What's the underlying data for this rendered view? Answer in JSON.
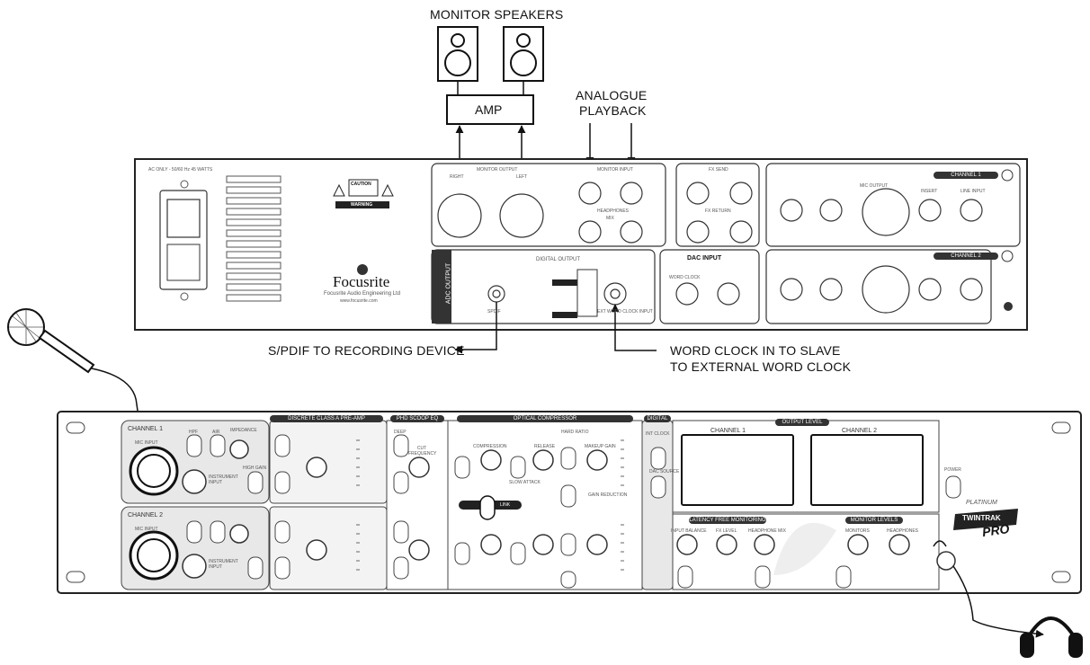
{
  "labels": {
    "monitor_speakers": "MONITOR SPEAKERS",
    "amp": "AMP",
    "analogue_playback_1": "ANALOGUE",
    "analogue_playback_2": "PLAYBACK",
    "spdif": "S/PDIF TO RECORDING DEVICE",
    "word_clock_1": "WORD CLOCK IN TO SLAVE",
    "word_clock_2": "TO EXTERNAL WORD CLOCK"
  },
  "rear_panel": {
    "ac_text": "AC ONLY - 50/60 Hz 45 WATTS",
    "caution": "CAUTION",
    "warning": "WARNING",
    "brand": "Focusrite",
    "company": "Focusrite Audio Engineering Ltd",
    "website": "www.focusrite.com",
    "adc_output": "ADC OUTPUT",
    "digital_output": "DIGITAL OUTPUT",
    "spdif_jack": "SPDIF",
    "ext_word_clock": "EXT WORD CLOCK INPUT",
    "dac_input": "DAC INPUT",
    "word_clock": "WORD CLOCK",
    "monitor_output": "MONITOR OUTPUT",
    "monitor_input": "MONITOR INPUT",
    "headphones": "HEADPHONES",
    "fx_send": "FX SEND",
    "fx_return": "FX RETURN",
    "right": "RIGHT",
    "left": "LEFT",
    "mix": "MIX",
    "channel_1": "CHANNEL 1",
    "channel_2": "CHANNEL 2",
    "mic_output": "MIC OUTPUT",
    "insert": "INSERT",
    "line_input": "LINE INPUT"
  },
  "front_panel": {
    "channel_1": "CHANNEL 1",
    "channel_2": "CHANNEL 2",
    "mic_input": "MIC INPUT",
    "instrument_input": "INSTRUMENT INPUT",
    "hpf": "HPF",
    "air": "AIR",
    "impedance": "IMPEDANCE",
    "high_gain": "HIGH GAIN",
    "preamp_header": "DISCRETE CLASS A PRE-AMP",
    "eq_header": "PHD SCOOP EQ",
    "comp_header": "OPTICAL COMPRESSOR",
    "deep": "DEEP",
    "cut_frequency": "CUT FREQUENCY",
    "compression": "COMPRESSION",
    "release": "RELEASE",
    "makeup_gain": "MAKEUP GAIN",
    "hard_ratio": "HARD RATIO",
    "slow_attack": "SLOW ATTACK",
    "gain_reduction": "GAIN REDUCTION",
    "link": "LINK",
    "digital": "DIGITAL",
    "int_clock": "INT CLOCK",
    "dac_source": "DAC SOURCE",
    "output_level": "OUTPUT LEVEL",
    "latency_free": "LATENCY FREE MONITORING",
    "monitor_levels": "MONITOR LEVELS",
    "input_balance": "INPUT BALANCE",
    "fx_level": "FX LEVEL",
    "headphone_mix": "HEADPHONE MIX",
    "monitors": "MONITORS",
    "headphones": "HEADPHONES",
    "power": "POWER",
    "platinum": "PLATINUM",
    "twintrak": "TWINTRAK",
    "pro": "PRO"
  }
}
